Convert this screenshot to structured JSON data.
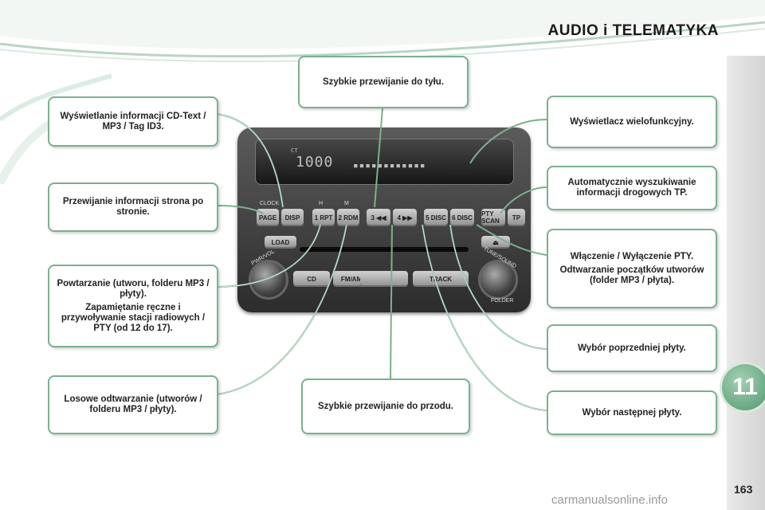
{
  "header": {
    "title": "AUDIO i TELEMATYKA"
  },
  "chapter": {
    "number": "11"
  },
  "page": {
    "number": "163",
    "watermark": "carmanualsonline.info"
  },
  "callouts": {
    "disp": "Wyświetlanie informacji CD-Text / MP3 / Tag ID3.",
    "page": "Przewijanie informacji strona po stronie.",
    "rpt_1": "Powtarzanie (utworu, folderu MP3 / płyty).",
    "rpt_2": "Zapamiętanie ręczne i przywoływanie stacji radiowych / PTY (od 12 do 17).",
    "rdm": "Losowe odtwarzanie (utworów / folderu MP3 / płyty).",
    "rew": "Szybkie przewijanie do tyłu.",
    "ffwd": "Szybkie przewijanie do przodu.",
    "display": "Wyświetlacz wielofunkcyjny.",
    "tp": "Automatycznie wyszukiwanie informacji drogowych TP.",
    "pty_1": "Włączenie / Wyłączenie PTY.",
    "pty_2": "Odtwarzanie początków utworów (folder MP3 / płyta).",
    "prev_disc": "Wybór poprzedniej płyty.",
    "next_disc": "Wybór następnej płyty."
  },
  "radio": {
    "display_text": "1000",
    "display_label": "CT",
    "top_labels": {
      "clock": "CLOCK",
      "h": "H",
      "m": "M"
    },
    "buttons": [
      "PAGE",
      "DISP",
      "1 RPT",
      "2 RDM",
      "3 ◀◀",
      "4 ▶▶",
      "5 DISC",
      "6 DISC",
      "PTY SCAN",
      "TP"
    ],
    "load_label": "LOAD",
    "cd_label": "CD",
    "fm_am_label": "FM/AM",
    "trk_label": "TRACK",
    "pwr_label": "PWR/VOL",
    "tune_label": "TUNE/SOUND",
    "folder_label": "FOLDER"
  },
  "colors": {
    "accent": "#7bb08f",
    "chapter": "#6aa883"
  }
}
